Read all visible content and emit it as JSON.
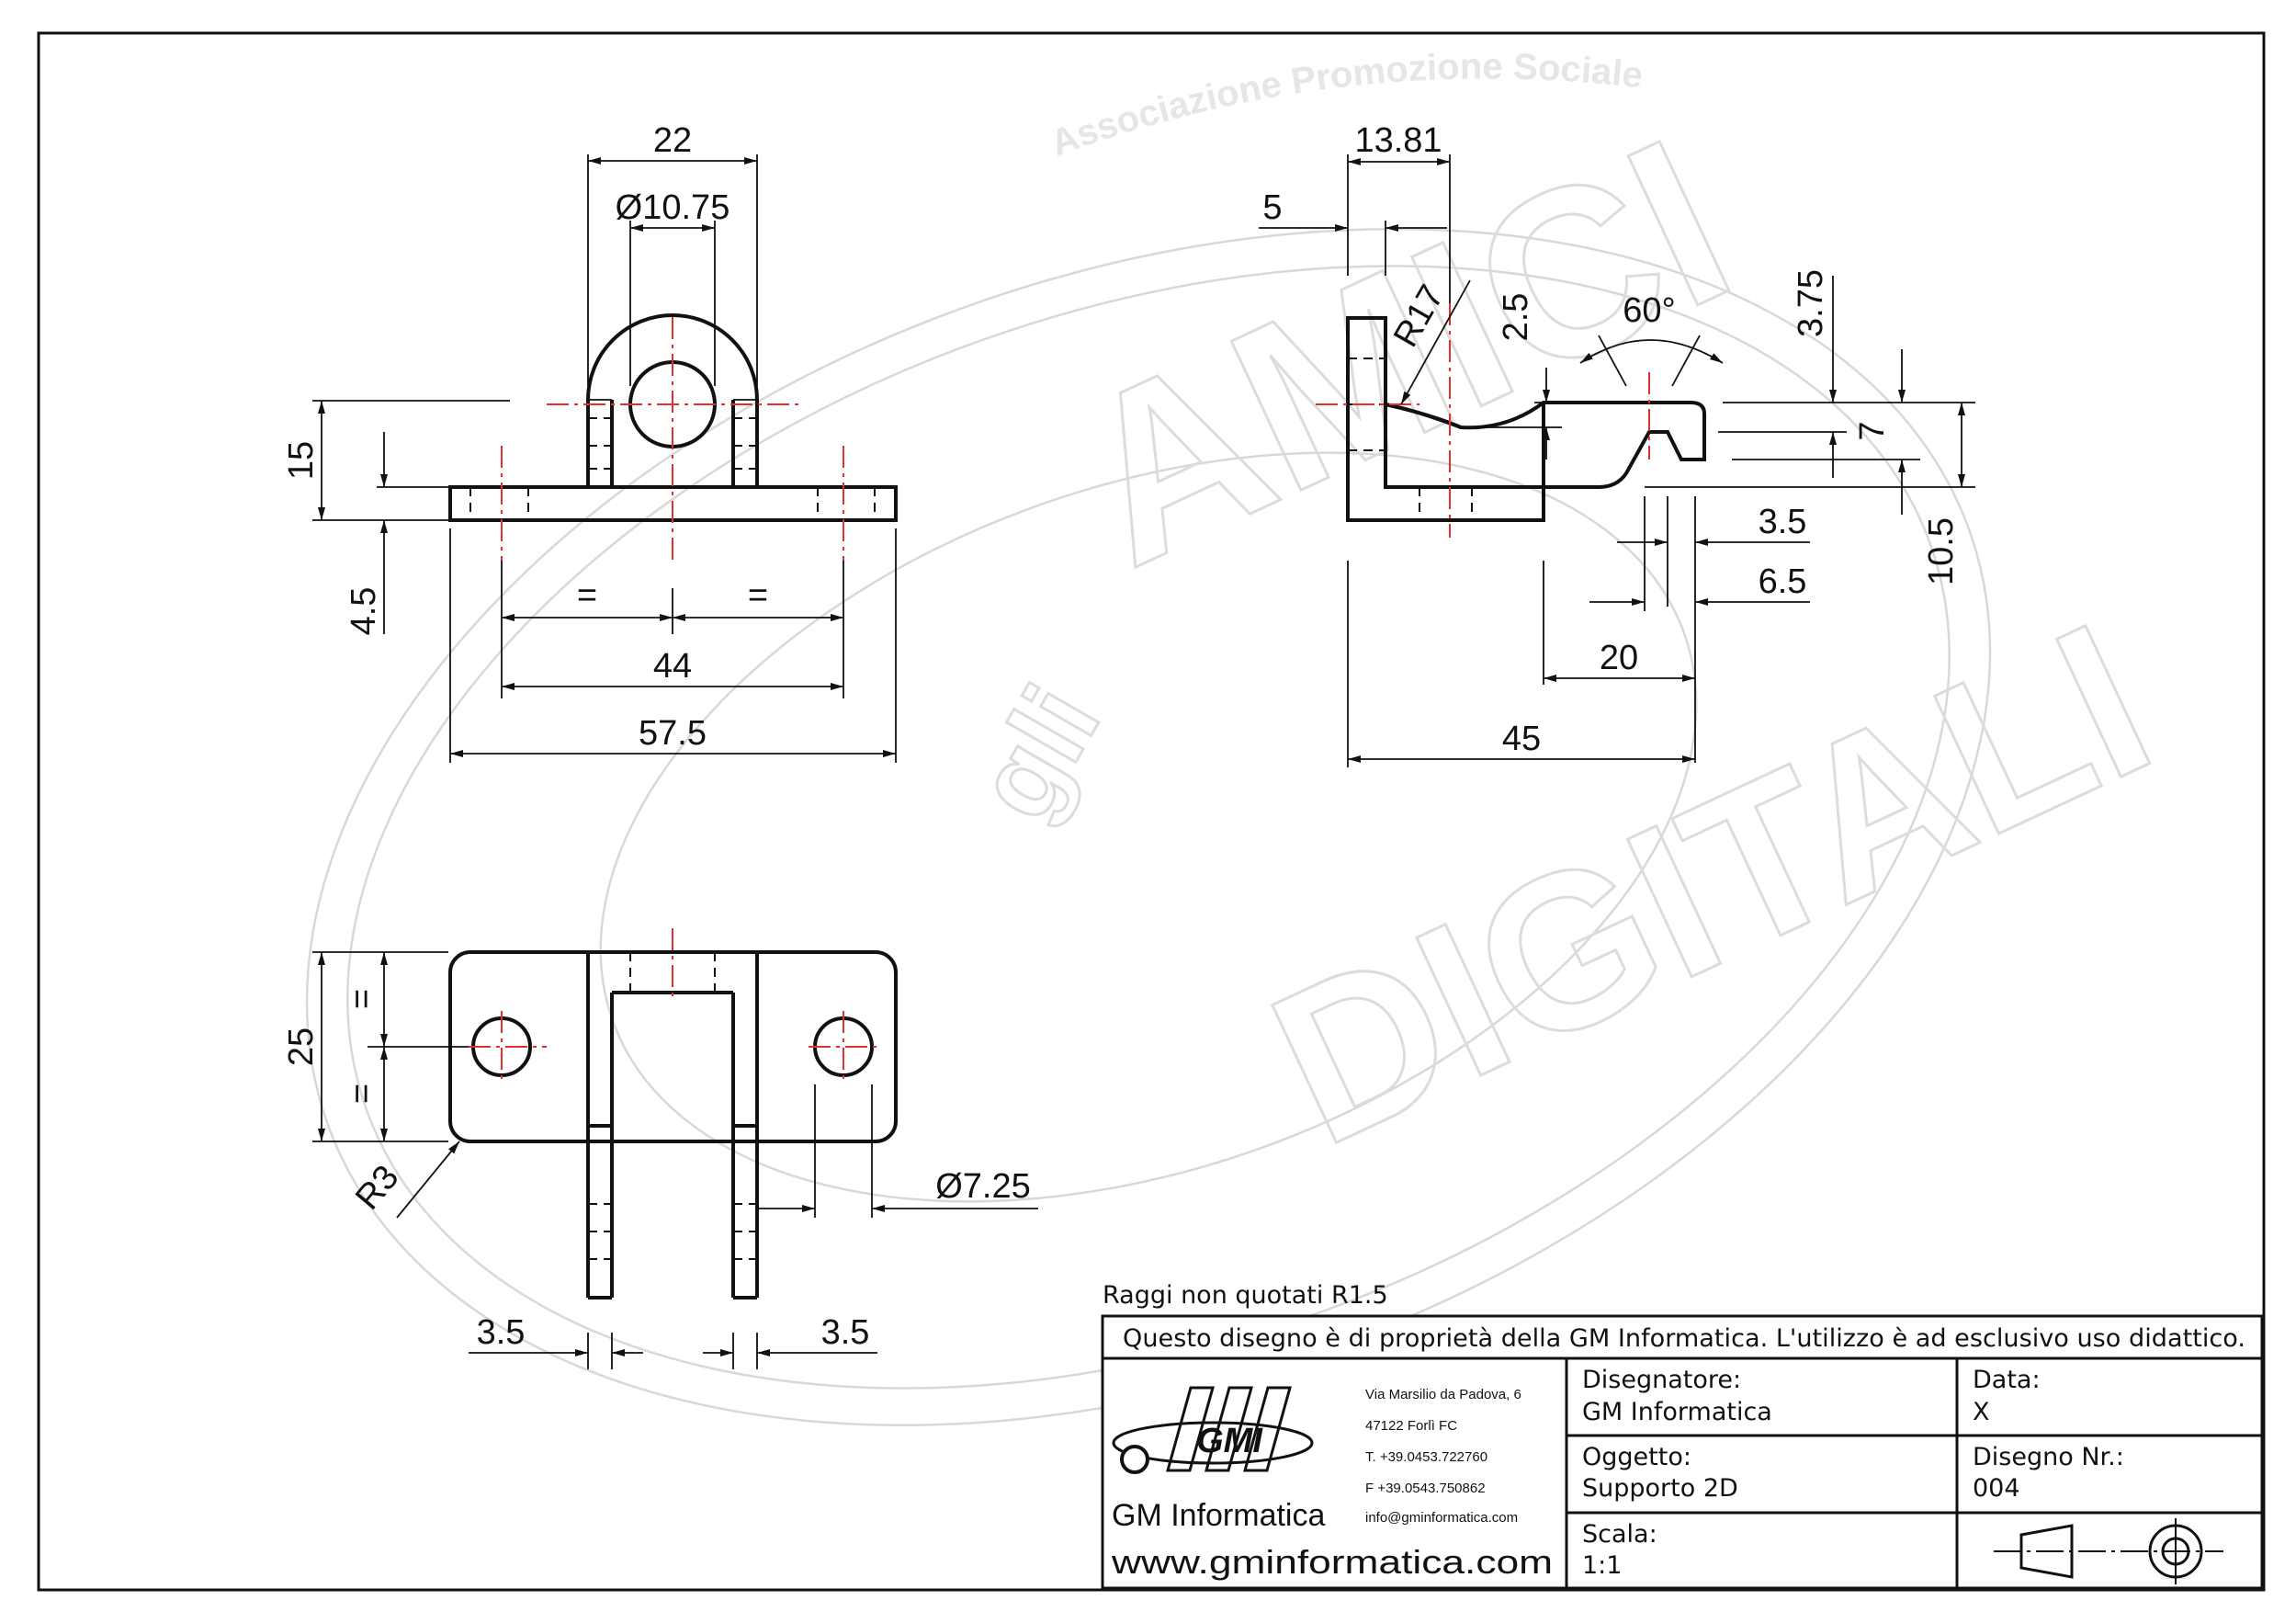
{
  "watermark": {
    "arc_text": "Associazione Promozione Sociale",
    "word_top": "AMICI",
    "word_mid": "gli",
    "word_bottom": "DIGITALI"
  },
  "dimensions": {
    "front_width_22": "22",
    "front_hole_diameter": "Ø10.75",
    "front_height_15": "15",
    "front_base_4_5": "4.5",
    "front_equal_left": "=",
    "front_equal_right": "=",
    "front_hole_spacing": "44",
    "front_total_width": "57.5",
    "side_13_81": "13.81",
    "side_5": "5",
    "side_radius": "R17",
    "side_2_5": "2.5",
    "side_angle": "60°",
    "side_3_75": "3.75",
    "side_7": "7",
    "side_10_5": "10.5",
    "side_3_5": "3.5",
    "side_6_5": "6.5",
    "side_20": "20",
    "side_45": "45",
    "top_depth_25": "25",
    "top_equal_upper": "=",
    "top_equal_lower": "=",
    "top_corner_radius": "R3",
    "top_hole_diameter": "Ø7.25",
    "top_lug_left": "3.5",
    "top_lug_right": "3.5"
  },
  "note": "Raggi non quotati R1.5",
  "title_block": {
    "ownership": "Questo disegno è di proprietà della GM Informatica. L'utilizzo è ad esclusivo uso didattico.",
    "logo_text": "GMI",
    "company": "GM Informatica",
    "website": "www.gminformatica.com",
    "address_line1": "Via Marsilio da Padova, 6",
    "address_line2": "47122 Forlì FC",
    "phone": "T. +39.0453.722760",
    "fax": "F +39.0543.750862",
    "email": "info@gminformatica.com",
    "drafter_label": "Disegnatore:",
    "drafter_value": "GM Informatica",
    "date_label": "Data:",
    "date_value": "X",
    "object_label": "Oggetto:",
    "object_value": "Supporto 2D",
    "drawing_no_label": "Disegno Nr.:",
    "drawing_no_value": "004",
    "scale_label": "Scala:",
    "scale_value": "1:1"
  }
}
